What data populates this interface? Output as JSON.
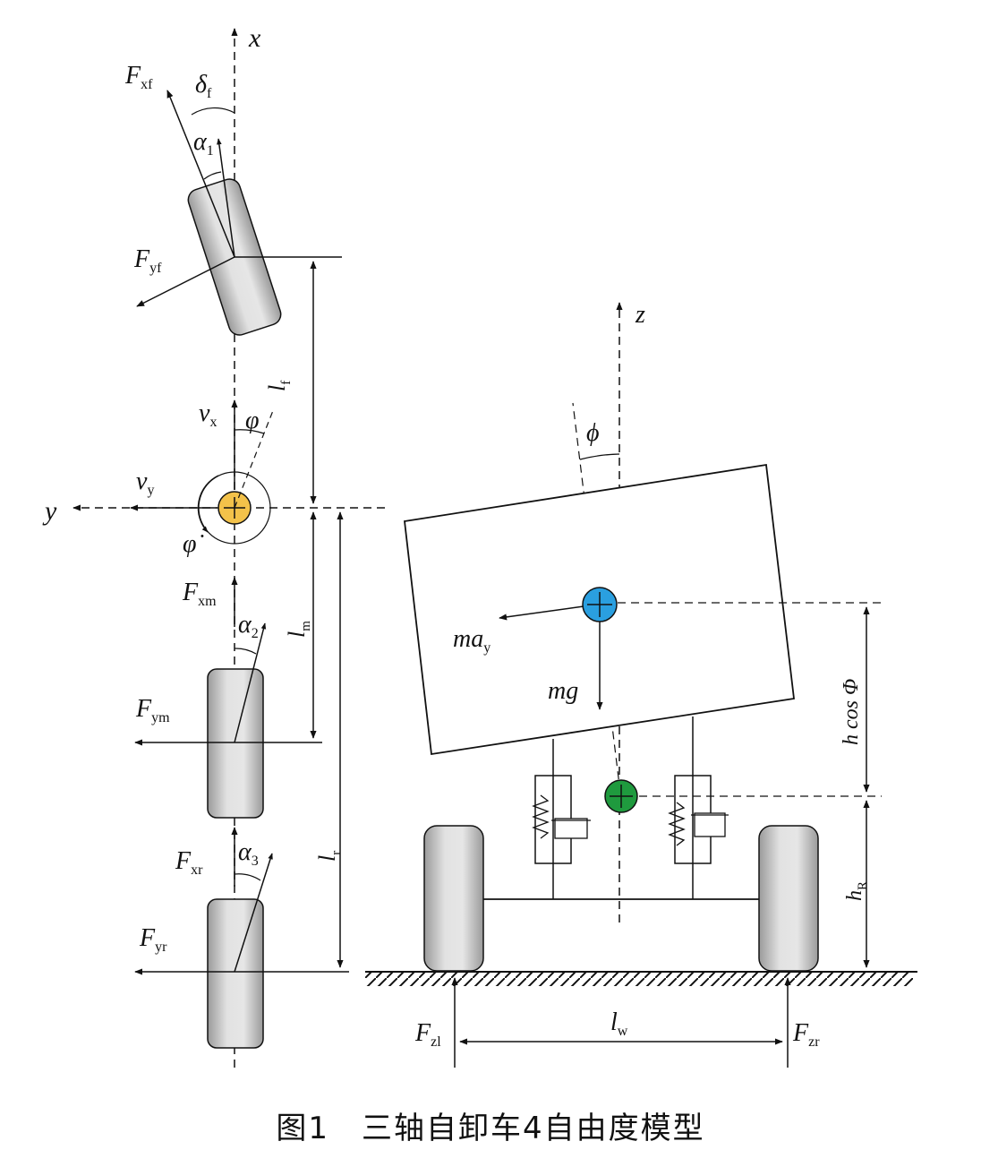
{
  "caption": "图1　三轴自卸车4自由度模型",
  "colors": {
    "line": "#111111",
    "tire": "#d3d3d3",
    "cg_plan": "#f3c24a",
    "cg_body": "#2a9fe0",
    "roll_center": "#1f9a3e"
  },
  "plan_view": {
    "axis_x": "x",
    "axis_y": "y",
    "vx": {
      "main": "v",
      "sub": "x"
    },
    "vy": {
      "main": "v",
      "sub": "y"
    },
    "yaw_angle": "φ",
    "yaw_rate": "φ̇",
    "front": {
      "fx": {
        "main": "F",
        "sub": "xf"
      },
      "fy": {
        "main": "F",
        "sub": "yf"
      },
      "steer": {
        "main": "δ",
        "sub": "f"
      },
      "slip": {
        "main": "α",
        "sub": "1"
      }
    },
    "middle": {
      "fx": {
        "main": "F",
        "sub": "xm"
      },
      "fy": {
        "main": "F",
        "sub": "ym"
      },
      "slip": {
        "main": "α",
        "sub": "2"
      }
    },
    "rear": {
      "fx": {
        "main": "F",
        "sub": "xr"
      },
      "fy": {
        "main": "F",
        "sub": "yr"
      },
      "slip": {
        "main": "α",
        "sub": "3"
      }
    },
    "lf": {
      "main": "l",
      "sub": "f"
    },
    "lm": {
      "main": "l",
      "sub": "m"
    },
    "lr": {
      "main": "l",
      "sub": "r"
    }
  },
  "rear_view": {
    "axis_z": "z",
    "roll_angle": "ϕ",
    "lateral_force": {
      "main": "ma",
      "sub": "y"
    },
    "gravity": "mg",
    "h_cos": "h cos Φ",
    "hr": {
      "main": "h",
      "sub": "R"
    },
    "lw": {
      "main": "l",
      "sub": "w"
    },
    "fzl": {
      "main": "F",
      "sub": "zl"
    },
    "fzr": {
      "main": "F",
      "sub": "zr"
    }
  }
}
